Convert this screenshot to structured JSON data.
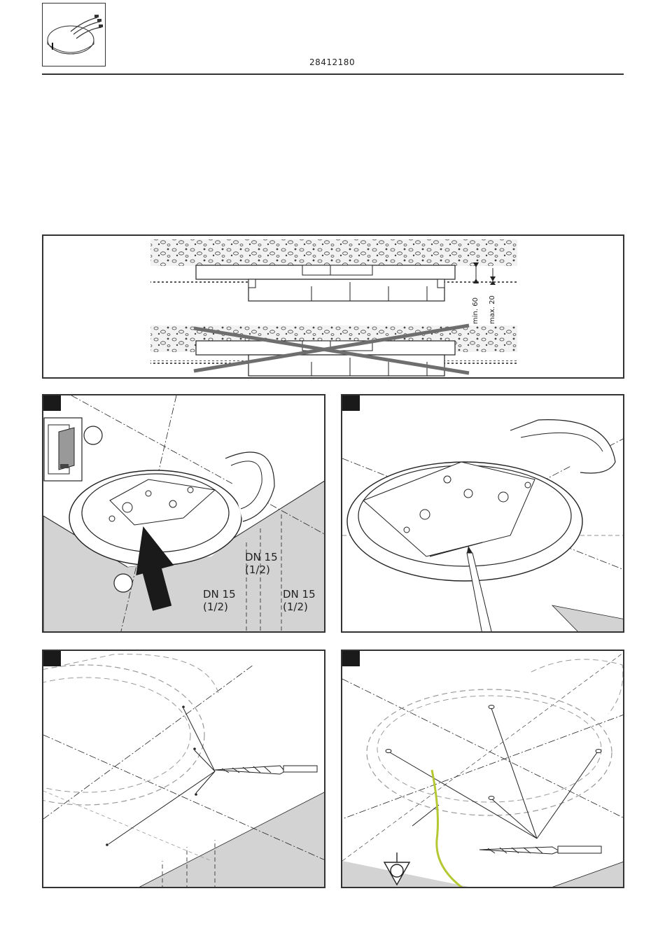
{
  "header": {
    "doc_number": "28412180"
  },
  "panel_top": {
    "dim_min": "min. 60",
    "dim_max": "max. 20"
  },
  "step1": {
    "pipe_labels": [
      {
        "dn": "DN 15",
        "size": "(1/2)"
      },
      {
        "dn": "DN 15",
        "size": "(1/2)"
      },
      {
        "dn": "DN 15",
        "size": "(1/2)"
      }
    ]
  },
  "colors": {
    "line": "#222222",
    "wall": "#d3d3d3",
    "ground_wire": "#b5c832",
    "cross": "#6e6e6e"
  },
  "icons": [
    "product-thumbnail-icon",
    "drill-bit-icon",
    "pencil-icon",
    "ground-symbol-icon",
    "direction-arrow-icon"
  ]
}
